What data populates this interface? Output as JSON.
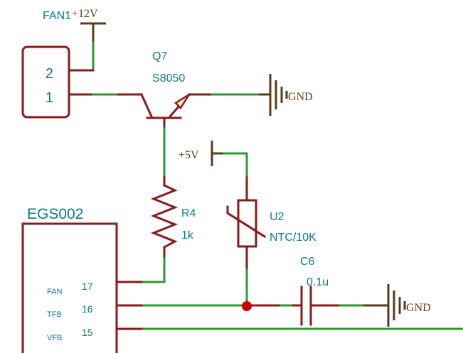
{
  "fan": {
    "ref": "FAN1",
    "supply": "+12V",
    "pin_top": "2",
    "pin_bottom": "1"
  },
  "q7": {
    "ref": "Q7",
    "value": "S8050"
  },
  "gnd1": {
    "label": "GND"
  },
  "vcc5": {
    "label": "+5V"
  },
  "r4": {
    "ref": "R4",
    "value": "1k"
  },
  "u2": {
    "ref": "U2",
    "value": "NTC/10K"
  },
  "c6": {
    "ref": "C6",
    "value": "0.1u"
  },
  "gnd2": {
    "label": "GND"
  },
  "egs": {
    "ref": "EGS002",
    "pins": [
      {
        "name": "FAN",
        "num": "17"
      },
      {
        "name": "TFB",
        "num": "16"
      },
      {
        "name": "VFB",
        "num": "15"
      }
    ]
  },
  "colors": {
    "wire": "#2e9a2e",
    "body": "#8b1a1a",
    "power": "#5c3a1a",
    "text": "#0a7a86",
    "junction": "#cc0000"
  }
}
